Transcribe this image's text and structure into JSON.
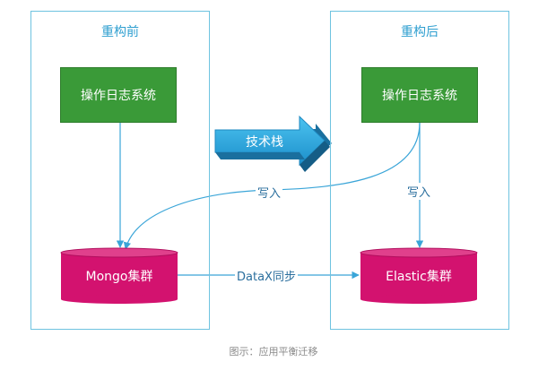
{
  "panels": {
    "before": {
      "title": "重构前"
    },
    "after": {
      "title": "重构后"
    }
  },
  "nodes": {
    "log_system_before": "操作日志系统",
    "log_system_after": "操作日志系统",
    "mongo_cluster": "Mongo集群",
    "es_cluster": "Elastic集群"
  },
  "middle_arrow": {
    "label": "技术栈"
  },
  "edges": {
    "write_cross": "写入",
    "write_after": "写入",
    "datax_sync": "DataX同步"
  },
  "caption": "图示：应用平衡迁移",
  "colors": {
    "panel_border": "#6ec3e0",
    "title": "#2f9fd0",
    "system_box": "#3a9a38",
    "cluster": "#d3126f",
    "arrow": "#3aa5d8",
    "tech_arrow": "#2ba0d8"
  }
}
